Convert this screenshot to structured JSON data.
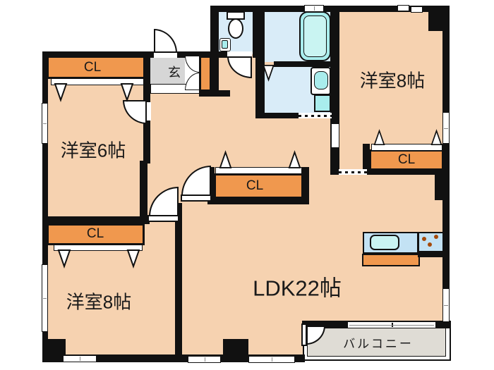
{
  "plan": {
    "rooms": {
      "bedroom6": "洋室6帖",
      "bedroom8_top": "洋室8帖",
      "bedroom8_bottom": "洋室8帖",
      "ldk": "LDK22帖",
      "entrance": "玄",
      "balcony": "バルコニー"
    },
    "closets": {
      "top_left": "CL",
      "center": "CL",
      "right": "CL",
      "bottom_left": "CL"
    },
    "fixtures": [
      "bathtub",
      "toilet",
      "toilet-hand-sink",
      "vanity-sink",
      "washer-pan",
      "kitchen-sink",
      "stove-burners",
      "kitchen-cabinet",
      "shoe-cabinet"
    ],
    "colors": {
      "wall": "#111111",
      "floor": "#f6d2b0",
      "closet": "#f0984e",
      "wet_area": "#d9ecf8",
      "fixture_cyan": "#a9eded",
      "fixture_cyan_light": "#c9f4f2",
      "counter_blue": "#c3e2f4",
      "entrance_gray": "#d6d6d6",
      "balcony_gray": "#dfdcd5",
      "burner_brown": "#a54a0a"
    }
  }
}
